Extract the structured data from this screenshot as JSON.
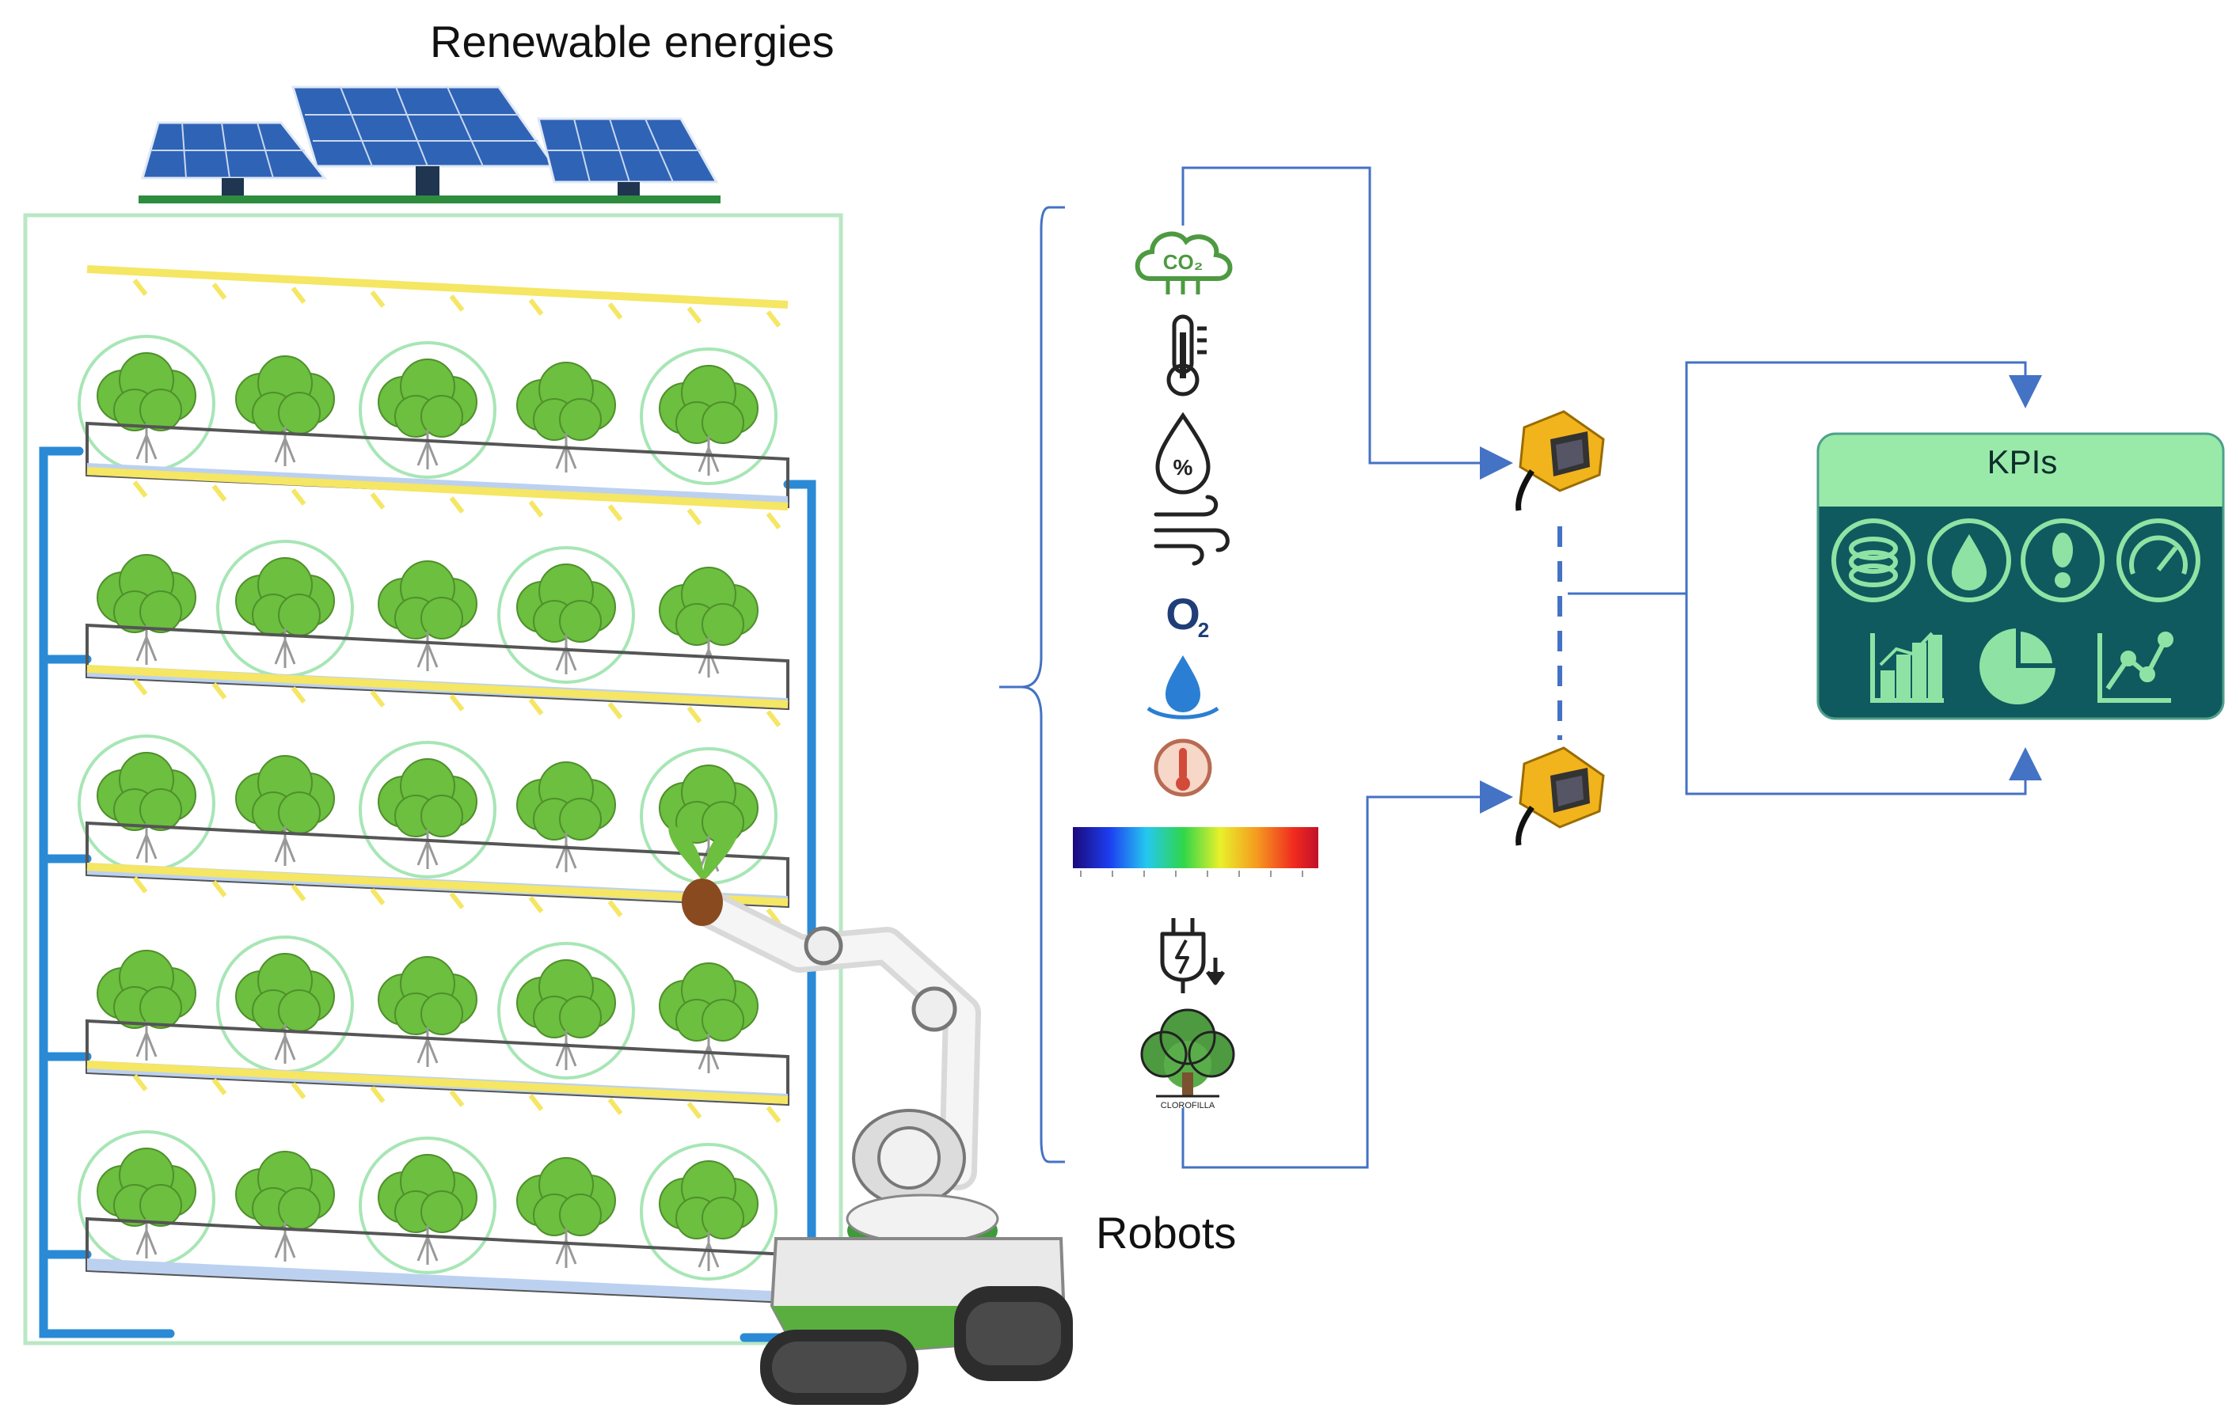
{
  "labels": {
    "renewable_energies": "Renewable energies",
    "robots": "Robots",
    "kpis": "KPIs",
    "chlorophyll_caption": "CLOROFILLA"
  },
  "sensors": [
    {
      "name": "co2",
      "text": "CO₂",
      "icon": "co2-cloud-icon"
    },
    {
      "name": "temperature",
      "icon": "thermometer-icon"
    },
    {
      "name": "humidity",
      "icon": "humidity-drop-icon"
    },
    {
      "name": "wind",
      "icon": "wind-icon"
    },
    {
      "name": "oxygen",
      "text": "O₂",
      "icon": "oxygen-icon"
    },
    {
      "name": "water",
      "icon": "water-drop-icon"
    },
    {
      "name": "thermal",
      "icon": "thermal-gauge-icon"
    },
    {
      "name": "light-spectrum",
      "icon": "spectrum-bar-icon"
    },
    {
      "name": "energy",
      "icon": "power-plug-icon"
    },
    {
      "name": "chlorophyll",
      "icon": "tree-icon"
    }
  ],
  "kpi_icons": [
    "coins-icon",
    "drop-icon",
    "footprint-icon",
    "speedometer-icon",
    "bar-chart-icon",
    "pie-chart-icon",
    "line-chart-icon"
  ],
  "colors": {
    "connector": "#4472c4",
    "kpi_header": "#99eaa9",
    "kpi_body": "#0f5a5e",
    "kpi_icon": "#8ee3a4",
    "plant": "#6cbf3f",
    "pipe": "#2a8ad6",
    "led": "#f5e663",
    "solar_panel": "#2f63b6",
    "gateway": "#f2b41c"
  }
}
